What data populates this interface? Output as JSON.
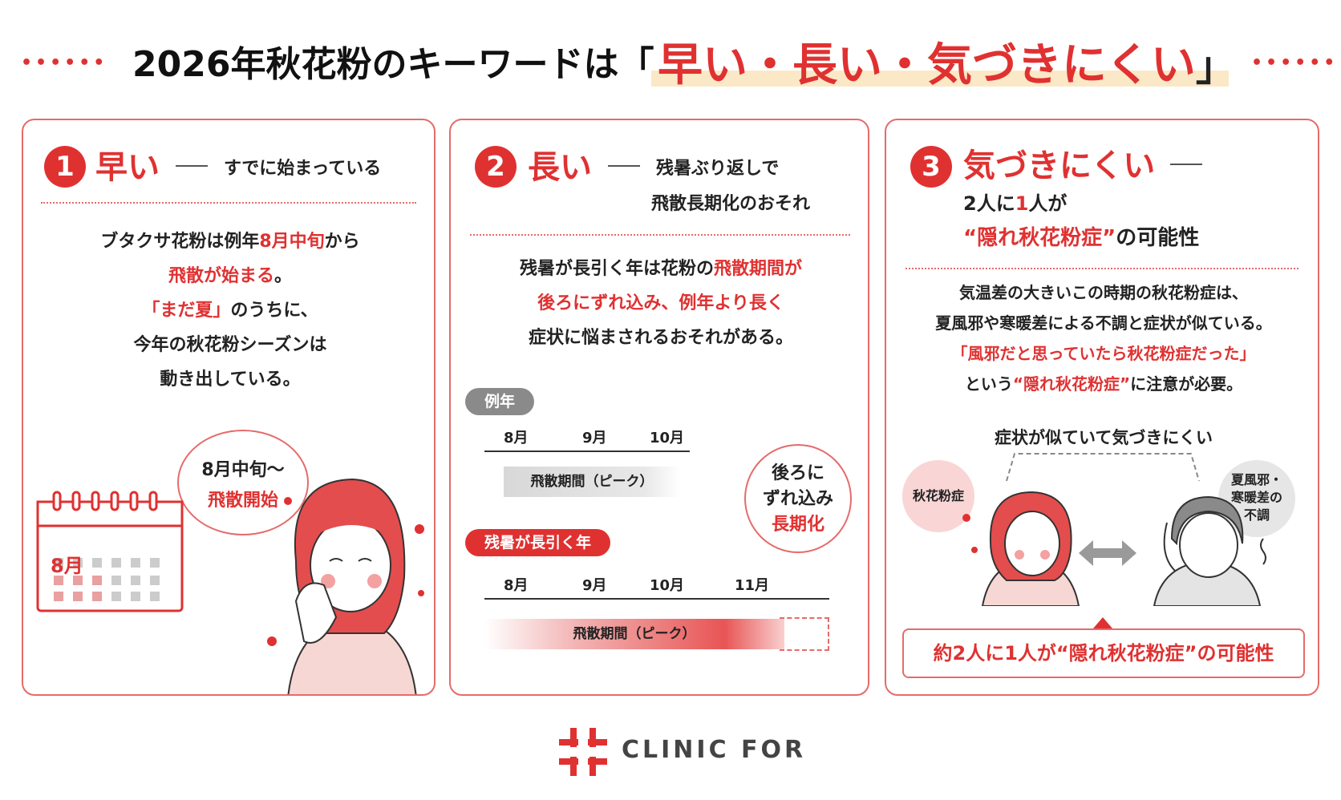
{
  "header": {
    "title_main": "2026年秋花粉のキーワードは「",
    "title_keywords": "早い・長い・気づきにくい",
    "title_close": "」"
  },
  "card1": {
    "number": "1",
    "title": "早い",
    "subtitle": "すでに始まっている",
    "body": [
      "ブタクサ花粉は例年8月中旬から",
      "飛散が始まる。",
      "「まだ夏」のうちに、",
      "今年の秋花粉シーズンは",
      "動き出している。"
    ],
    "body_red": [
      "8月中旬",
      "飛散が始まる",
      "「まだ夏」"
    ],
    "bubble": [
      "8月中旬～",
      "飛散開始"
    ],
    "calendar_month": "8月"
  },
  "card2": {
    "number": "2",
    "title": "長い",
    "subtitle": [
      "残暑ぶり返しで",
      "飛散長期化のおそれ"
    ],
    "body": [
      "残暑が長引く年は花粉の飛散期間が",
      "後ろにずれ込み、例年より長く",
      "症状に悩まされるおそれがある。"
    ],
    "timeline_normal": {
      "label": "例年",
      "ticks": [
        "8月",
        "9月",
        "10月"
      ],
      "bar": "飛散期間（ピーク）"
    },
    "timeline_long": {
      "label": "残暑が長引く年",
      "ticks": [
        "8月",
        "9月",
        "10月",
        "11月"
      ],
      "bar": "飛散期間（ピーク）"
    },
    "bubble": [
      "後ろに",
      "ずれ込み",
      "長期化"
    ]
  },
  "card3": {
    "number": "3",
    "title": "気づきにくい",
    "subtitle": [
      "2人に1人が",
      "“隠れ秋花粉症”の可能性"
    ],
    "body": [
      "気温差の大きいこの時期の秋花粉症は、",
      "夏風邪や寒暖差による不調と症状が似ている。",
      "「風邪だと思っていたら秋花粉症だった」",
      "という“隠れ秋花粉症”に注意が必要。"
    ],
    "similar_label": "症状が似ていて気づきにくい",
    "left_circle": "秋花粉症",
    "right_circle": [
      "夏風邪・",
      "寒暖差の",
      "不調"
    ],
    "callout": "約2人に1人が“隠れ秋花粉症”の可能性"
  },
  "footer": {
    "brand": "CLINIC FOR"
  },
  "colors": {
    "accent": "#e03131",
    "highlight": "#fbe8c6",
    "border": "#e56b6b"
  }
}
